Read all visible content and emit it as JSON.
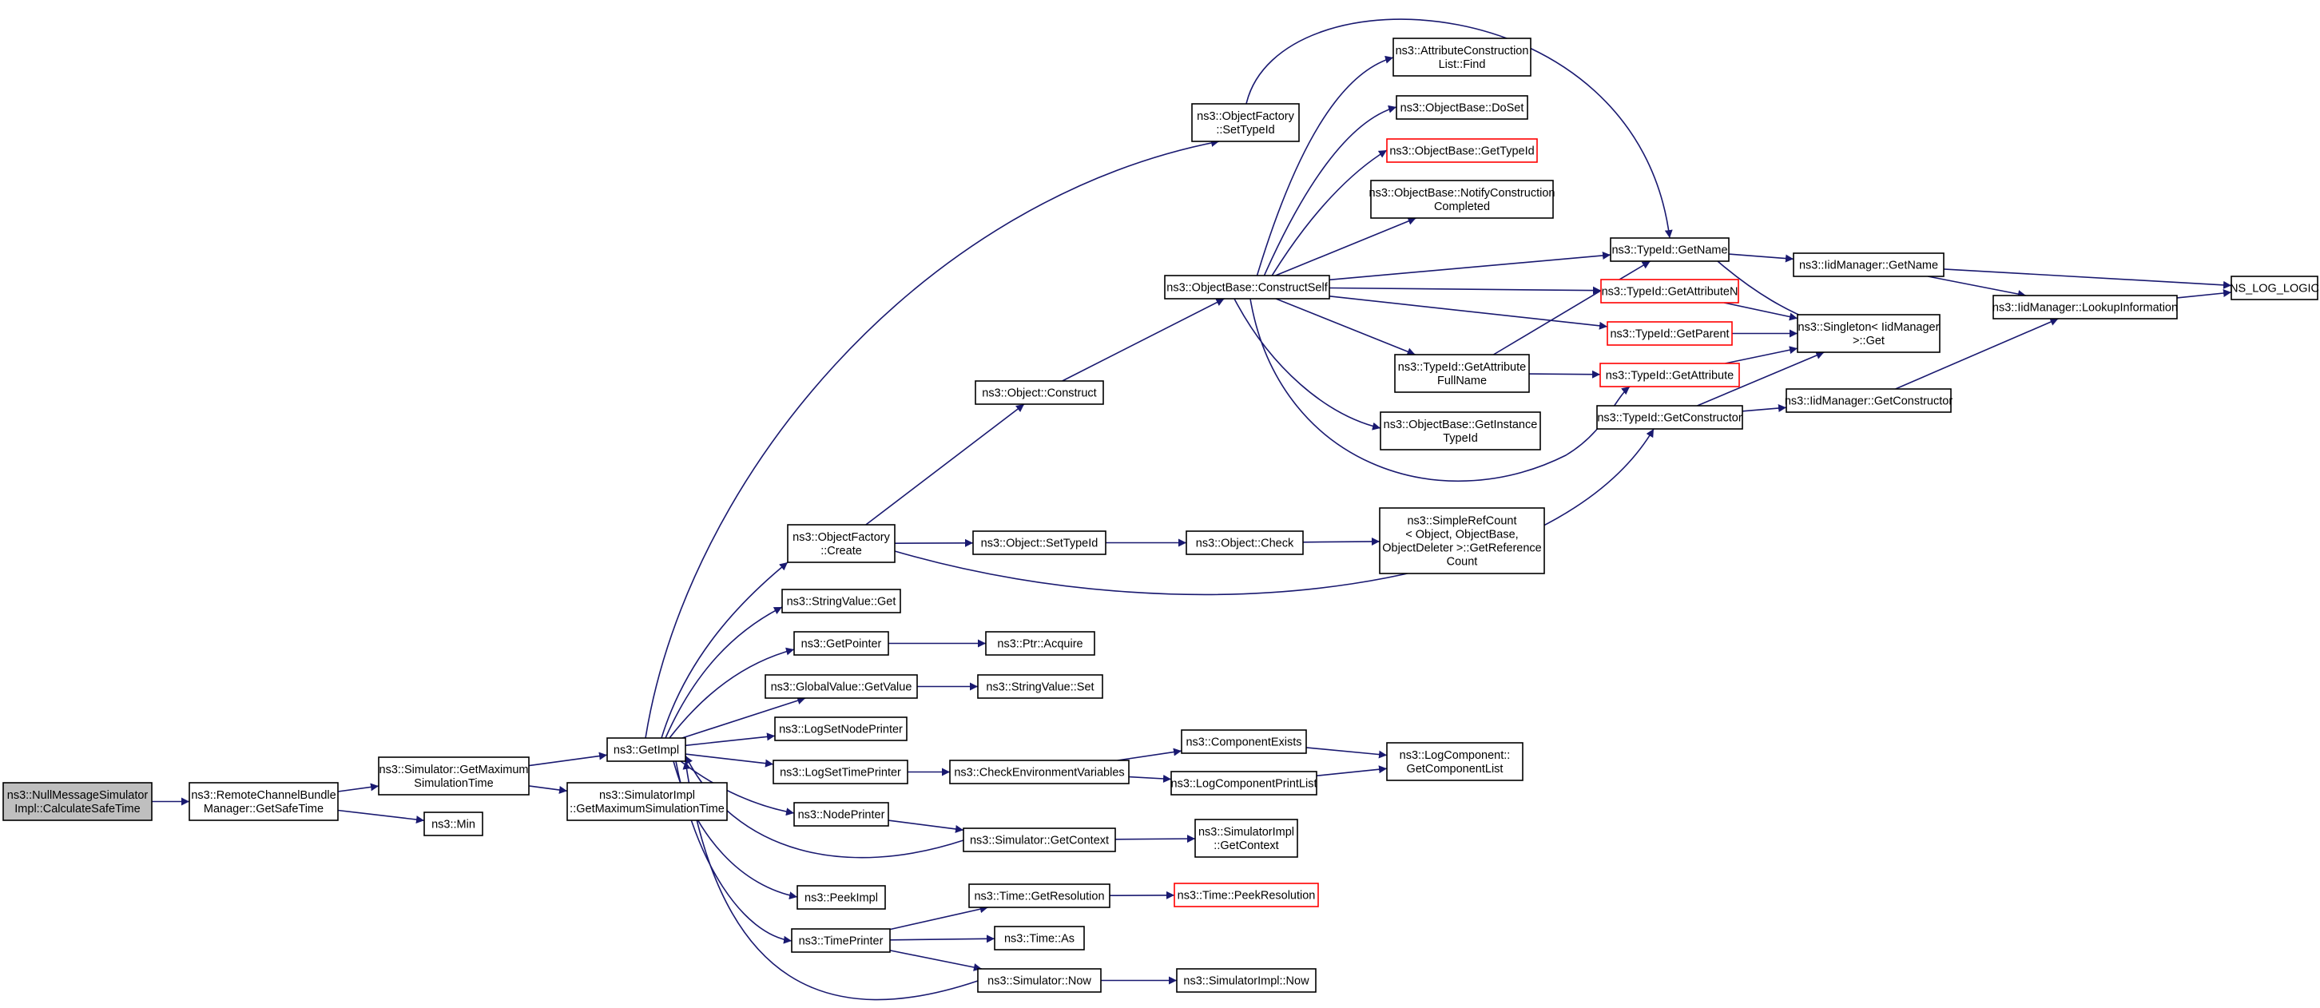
{
  "nodes": [
    {
      "id": "calc",
      "lines": [
        "ns3::NullMessageSimulator",
        "Impl::CalculateSafeTime"
      ],
      "root": true
    },
    {
      "id": "safetime",
      "lines": [
        "ns3::RemoteChannelBundle",
        "Manager::GetSafeTime"
      ]
    },
    {
      "id": "simmax",
      "lines": [
        "ns3::Simulator::GetMaximum",
        "SimulationTime"
      ]
    },
    {
      "id": "min",
      "lines": [
        "ns3::Min"
      ]
    },
    {
      "id": "getimpl",
      "lines": [
        "ns3::GetImpl"
      ]
    },
    {
      "id": "implmax",
      "lines": [
        "ns3::SimulatorImpl",
        "::GetMaximumSimulationTime"
      ]
    },
    {
      "id": "ofcreate",
      "lines": [
        "ns3::ObjectFactory",
        "::Create"
      ]
    },
    {
      "id": "strget",
      "lines": [
        "ns3::StringValue::Get"
      ]
    },
    {
      "id": "getptr",
      "lines": [
        "ns3::GetPointer"
      ]
    },
    {
      "id": "gvget",
      "lines": [
        "ns3::GlobalValue::GetValue"
      ]
    },
    {
      "id": "lognode",
      "lines": [
        "ns3::LogSetNodePrinter"
      ]
    },
    {
      "id": "logtime",
      "lines": [
        "ns3::LogSetTimePrinter"
      ]
    },
    {
      "id": "nodeprinter",
      "lines": [
        "ns3::NodePrinter"
      ]
    },
    {
      "id": "peekimpl",
      "lines": [
        "ns3::PeekImpl"
      ]
    },
    {
      "id": "timeprinter",
      "lines": [
        "ns3::TimePrinter"
      ]
    },
    {
      "id": "ofsettype",
      "lines": [
        "ns3::ObjectFactory",
        "::SetTypeId"
      ]
    },
    {
      "id": "objconstruct",
      "lines": [
        "ns3::Object::Construct"
      ]
    },
    {
      "id": "objsettype",
      "lines": [
        "ns3::Object::SetTypeId"
      ]
    },
    {
      "id": "ptracq",
      "lines": [
        "ns3::Ptr::Acquire"
      ]
    },
    {
      "id": "strset",
      "lines": [
        "ns3::StringValue::Set"
      ]
    },
    {
      "id": "checkenv",
      "lines": [
        "ns3::CheckEnvironmentVariables"
      ]
    },
    {
      "id": "simctx",
      "lines": [
        "ns3::Simulator::GetContext"
      ]
    },
    {
      "id": "getres",
      "lines": [
        "ns3::Time::GetResolution"
      ]
    },
    {
      "id": "timeas",
      "lines": [
        "ns3::Time::As"
      ]
    },
    {
      "id": "simnow",
      "lines": [
        "ns3::Simulator::Now"
      ]
    },
    {
      "id": "constructself",
      "lines": [
        "ns3::ObjectBase::ConstructSelf"
      ]
    },
    {
      "id": "objcheck",
      "lines": [
        "ns3::Object::Check"
      ]
    },
    {
      "id": "compexists",
      "lines": [
        "ns3::ComponentExists"
      ]
    },
    {
      "id": "logcompprint",
      "lines": [
        "ns3::LogComponentPrintList"
      ]
    },
    {
      "id": "implctx",
      "lines": [
        "ns3::SimulatorImpl",
        "::GetContext"
      ]
    },
    {
      "id": "peekres",
      "lines": [
        "ns3::Time::PeekResolution"
      ],
      "red": true
    },
    {
      "id": "implnow",
      "lines": [
        "ns3::SimulatorImpl::Now"
      ]
    },
    {
      "id": "acfind",
      "lines": [
        "ns3::AttributeConstruction",
        "List::Find"
      ]
    },
    {
      "id": "doset",
      "lines": [
        "ns3::ObjectBase::DoSet"
      ]
    },
    {
      "id": "obgettype",
      "lines": [
        "ns3::ObjectBase::GetTypeId"
      ],
      "red": true
    },
    {
      "id": "notify",
      "lines": [
        "ns3::ObjectBase::NotifyConstruction",
        "Completed"
      ]
    },
    {
      "id": "attrfull",
      "lines": [
        "ns3::TypeId::GetAttribute",
        "FullName"
      ]
    },
    {
      "id": "getinst",
      "lines": [
        "ns3::ObjectBase::GetInstance",
        "TypeId"
      ]
    },
    {
      "id": "refcount",
      "lines": [
        "ns3::SimpleRefCount",
        "< Object, ObjectBase,",
        "ObjectDeleter >::GetReference",
        "Count"
      ]
    },
    {
      "id": "getcomplist",
      "lines": [
        "ns3::LogComponent::",
        "GetComponentList"
      ]
    },
    {
      "id": "tgetname",
      "lines": [
        "ns3::TypeId::GetName"
      ]
    },
    {
      "id": "tgetattrn",
      "lines": [
        "ns3::TypeId::GetAttributeN"
      ],
      "red": true
    },
    {
      "id": "tgetparent",
      "lines": [
        "ns3::TypeId::GetParent"
      ],
      "red": true
    },
    {
      "id": "tgetattr",
      "lines": [
        "ns3::TypeId::GetAttribute"
      ],
      "red": true
    },
    {
      "id": "tgetctor",
      "lines": [
        "ns3::TypeId::GetConstructor"
      ]
    },
    {
      "id": "iidgetname",
      "lines": [
        "ns3::IidManager::GetName"
      ]
    },
    {
      "id": "singleton",
      "lines": [
        "ns3::Singleton< IidManager",
        " >::Get"
      ]
    },
    {
      "id": "iidgetctor",
      "lines": [
        "ns3::IidManager::GetConstructor"
      ]
    },
    {
      "id": "lookup",
      "lines": [
        "ns3::IidManager::LookupInformation"
      ]
    },
    {
      "id": "nslog",
      "lines": [
        "NS_LOG_LOGIC"
      ]
    }
  ],
  "edges": [
    [
      "calc",
      "safetime"
    ],
    [
      "safetime",
      "simmax"
    ],
    [
      "safetime",
      "min"
    ],
    [
      "simmax",
      "getimpl"
    ],
    [
      "simmax",
      "implmax"
    ],
    [
      "getimpl",
      "ofcreate"
    ],
    [
      "getimpl",
      "strget"
    ],
    [
      "getimpl",
      "getptr"
    ],
    [
      "getimpl",
      "gvget"
    ],
    [
      "getimpl",
      "lognode"
    ],
    [
      "getimpl",
      "logtime"
    ],
    [
      "getimpl",
      "nodeprinter"
    ],
    [
      "getimpl",
      "peekimpl"
    ],
    [
      "getimpl",
      "timeprinter"
    ],
    [
      "getimpl",
      "ofsettype"
    ],
    [
      "ofcreate",
      "objconstruct"
    ],
    [
      "ofcreate",
      "objsettype"
    ],
    [
      "ofcreate",
      "tgetctor"
    ],
    [
      "getptr",
      "ptracq"
    ],
    [
      "gvget",
      "strset"
    ],
    [
      "logtime",
      "checkenv"
    ],
    [
      "nodeprinter",
      "simctx"
    ],
    [
      "simctx",
      "implctx"
    ],
    [
      "simctx",
      "getimpl"
    ],
    [
      "timeprinter",
      "getres"
    ],
    [
      "timeprinter",
      "timeas"
    ],
    [
      "timeprinter",
      "simnow"
    ],
    [
      "simnow",
      "implnow"
    ],
    [
      "simnow",
      "getimpl"
    ],
    [
      "getres",
      "peekres"
    ],
    [
      "checkenv",
      "compexists"
    ],
    [
      "checkenv",
      "logcompprint"
    ],
    [
      "compexists",
      "getcomplist"
    ],
    [
      "logcompprint",
      "getcomplist"
    ],
    [
      "objconstruct",
      "constructself"
    ],
    [
      "objsettype",
      "objcheck"
    ],
    [
      "objcheck",
      "refcount"
    ],
    [
      "ofsettype",
      "tgetname"
    ],
    [
      "constructself",
      "acfind"
    ],
    [
      "constructself",
      "doset"
    ],
    [
      "constructself",
      "obgettype"
    ],
    [
      "constructself",
      "notify"
    ],
    [
      "constructself",
      "tgetname"
    ],
    [
      "constructself",
      "tgetattrn"
    ],
    [
      "constructself",
      "tgetparent"
    ],
    [
      "constructself",
      "attrfull"
    ],
    [
      "constructself",
      "getinst"
    ],
    [
      "constructself",
      "tgetattr"
    ],
    [
      "attrfull",
      "tgetname"
    ],
    [
      "attrfull",
      "tgetattr"
    ],
    [
      "tgetname",
      "iidgetname"
    ],
    [
      "tgetname",
      "singleton"
    ],
    [
      "tgetattrn",
      "singleton"
    ],
    [
      "tgetparent",
      "singleton"
    ],
    [
      "tgetattr",
      "singleton"
    ],
    [
      "tgetctor",
      "singleton"
    ],
    [
      "tgetctor",
      "iidgetctor"
    ],
    [
      "iidgetname",
      "lookup"
    ],
    [
      "iidgetname",
      "nslog"
    ],
    [
      "iidgetctor",
      "lookup"
    ],
    [
      "lookup",
      "nslog"
    ]
  ],
  "colors": {
    "edge": "#191970",
    "node_border": "#000000",
    "external_border": "#ff0000",
    "root_fill": "#bfbfbf"
  }
}
